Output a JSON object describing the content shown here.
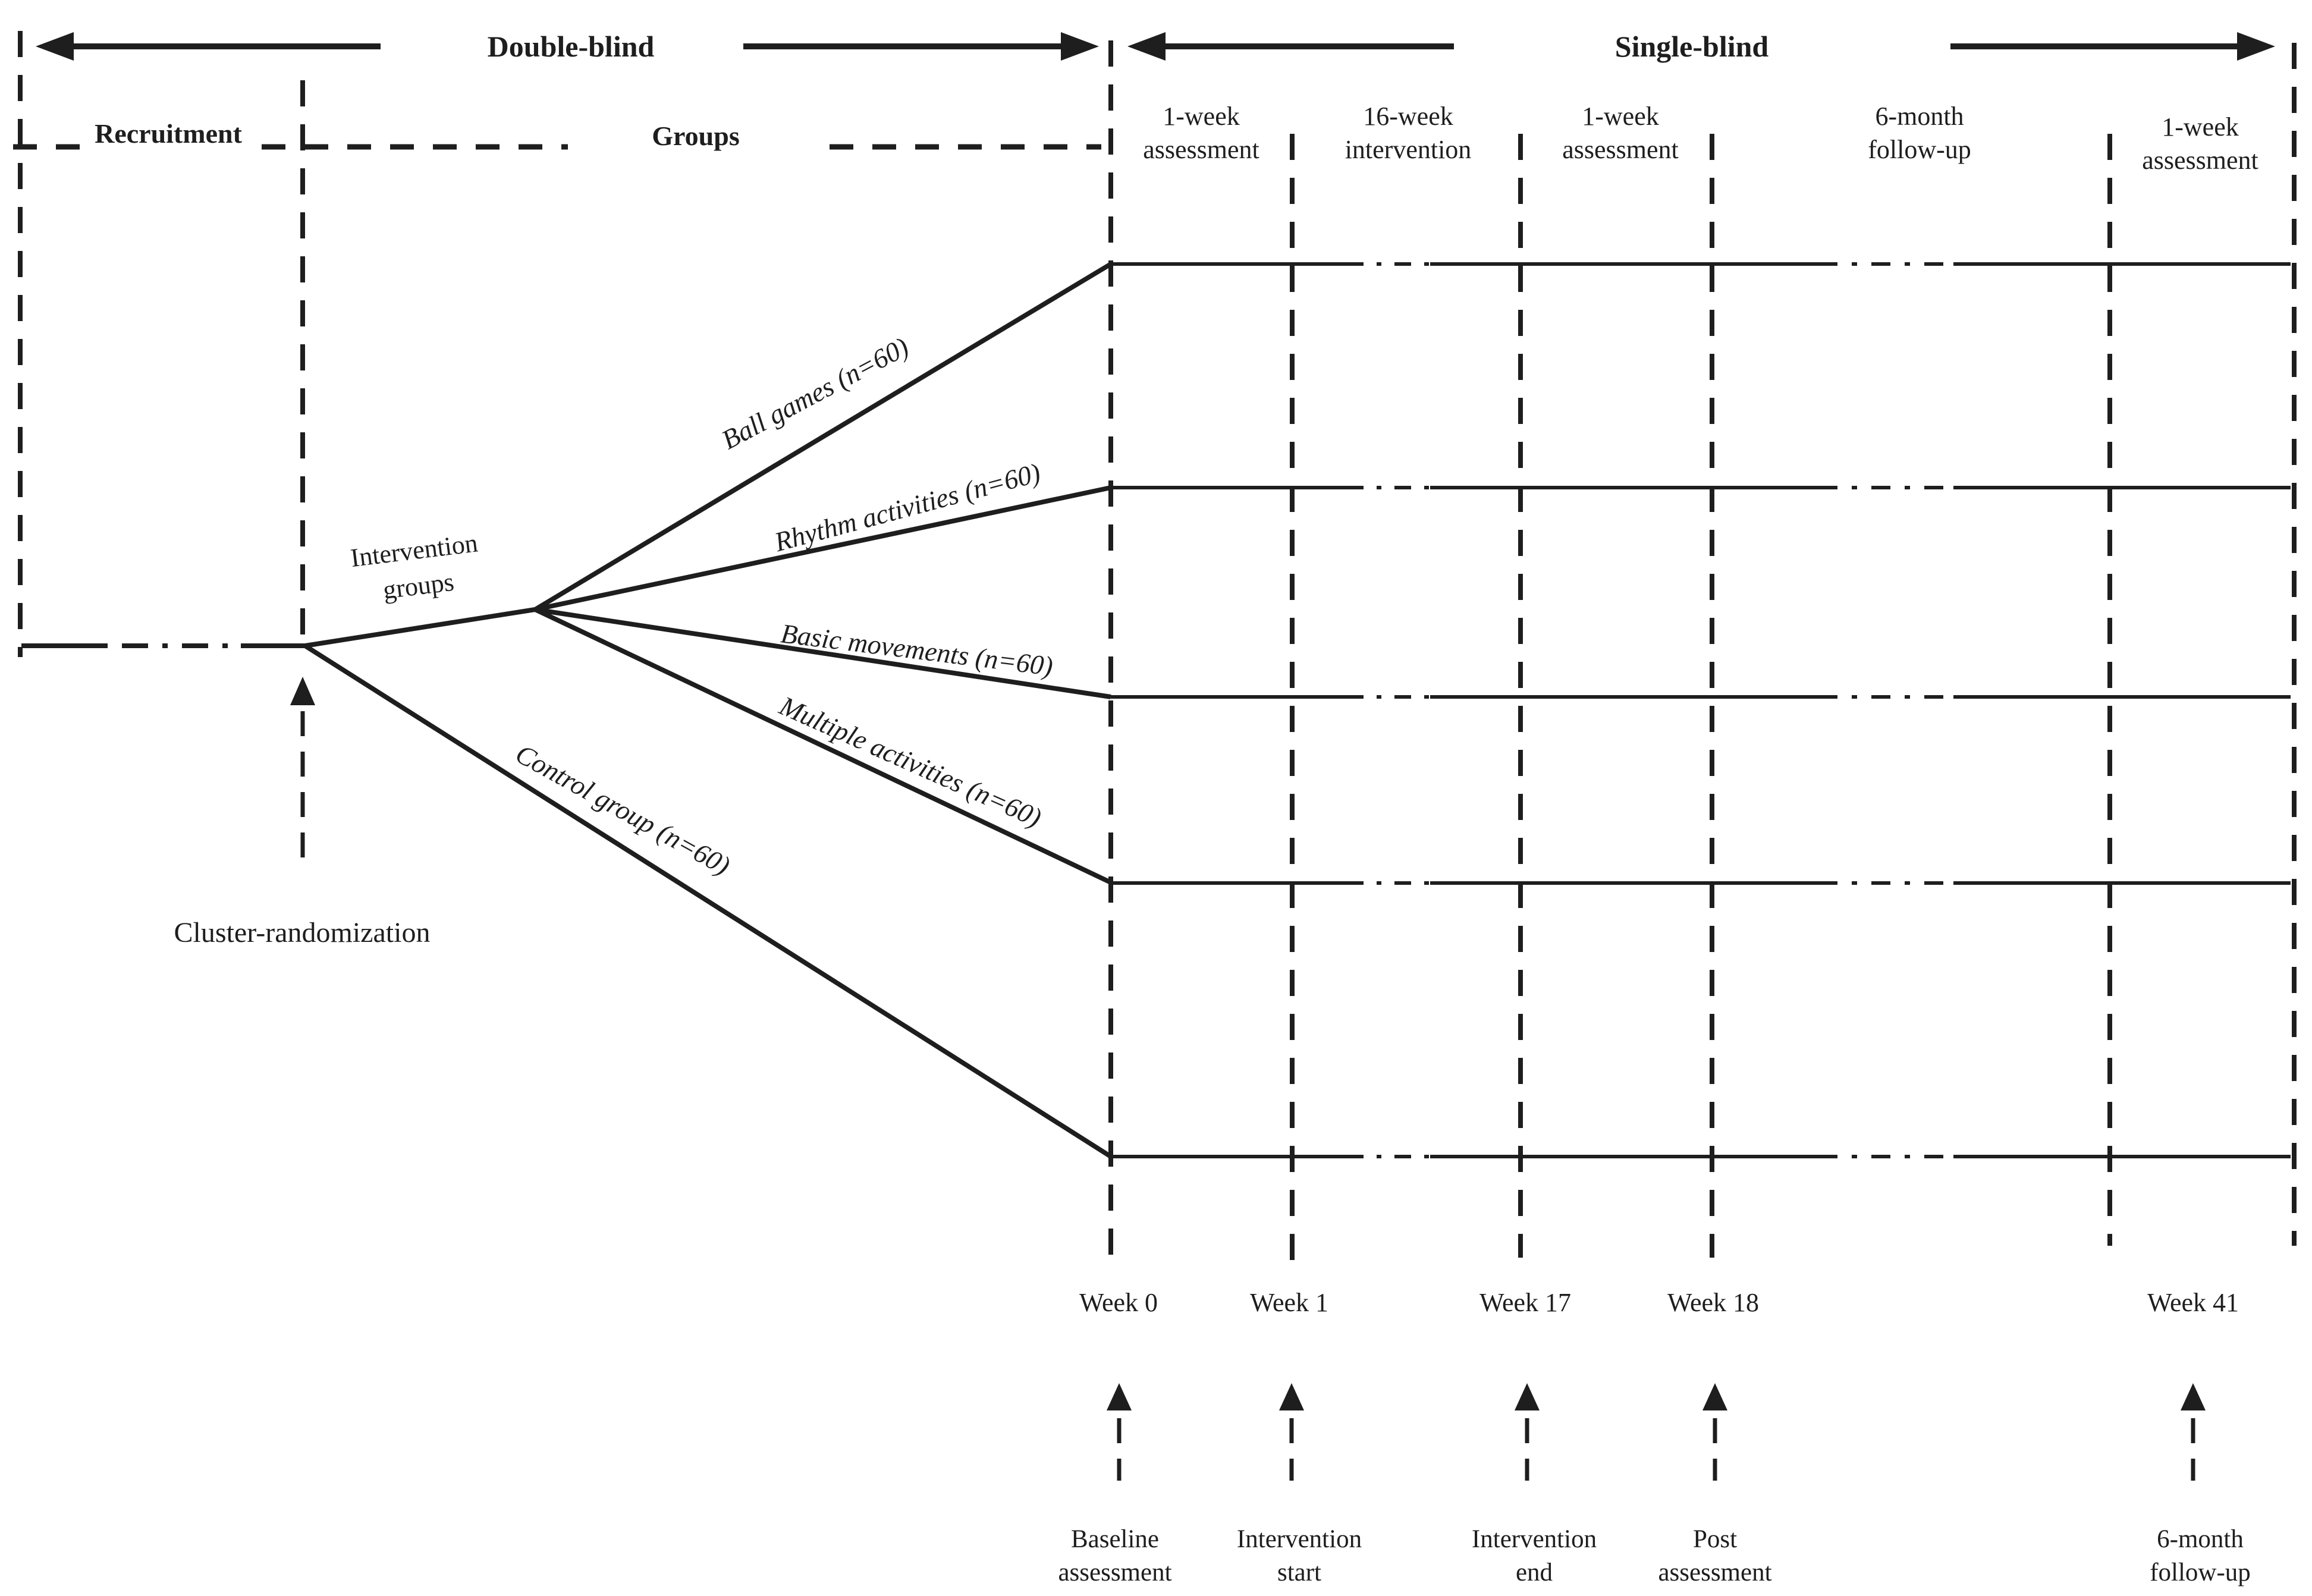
{
  "phases": {
    "double_blind": "Double-blind",
    "single_blind": "Single-blind"
  },
  "header": {
    "recruitment": "Recruitment",
    "groups": "Groups",
    "columns": [
      {
        "line1": "1-week",
        "line2": "assessment"
      },
      {
        "line1": "16-week",
        "line2": "intervention"
      },
      {
        "line1": "1-week",
        "line2": "assessment"
      },
      {
        "line1": "6-month",
        "line2": "follow-up"
      },
      {
        "line1": "1-week",
        "line2": "assessment"
      }
    ]
  },
  "branching": {
    "intervention_groups_line1": "Intervention",
    "intervention_groups_line2": "groups",
    "randomization_label": "Cluster-randomization"
  },
  "groups": [
    {
      "label": "Ball games (n=60)"
    },
    {
      "label": "Rhythm activities (n=60)"
    },
    {
      "label": "Basic movements (n=60)"
    },
    {
      "label": "Multiple activities (n=60)"
    },
    {
      "label": "Control group (n=60)"
    }
  ],
  "timeline": {
    "weeks": [
      "Week 0",
      "Week 1",
      "Week 17",
      "Week 18",
      "Week 41"
    ],
    "milestones": [
      {
        "line1": "Baseline",
        "line2": "assessment"
      },
      {
        "line1": "Intervention",
        "line2": "start"
      },
      {
        "line1": "Intervention",
        "line2": "end"
      },
      {
        "line1": "Post",
        "line2": "assessment"
      },
      {
        "line1": "6-month",
        "line2": "follow-up"
      }
    ]
  },
  "colors": {
    "ink": "#1e1e1e",
    "background": "#ffffff"
  }
}
